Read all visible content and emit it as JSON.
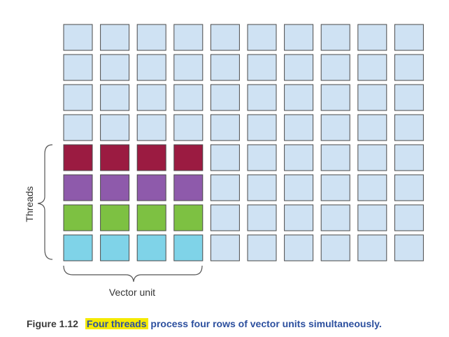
{
  "diagram": {
    "rows": 8,
    "cols": 10,
    "default_fill": "#cfe2f3",
    "cell_border": "#4a4a4a",
    "bracket_color": "#555555",
    "highlight_rows": [
      {
        "row": 4,
        "cols": 4,
        "fill": "#9b1b41"
      },
      {
        "row": 5,
        "cols": 4,
        "fill": "#8e5aab"
      },
      {
        "row": 6,
        "cols": 4,
        "fill": "#7dc142"
      },
      {
        "row": 7,
        "cols": 4,
        "fill": "#7fd3e8"
      }
    ],
    "threads_label": "Threads",
    "vector_unit_label": "Vector unit"
  },
  "caption": {
    "figure_label": "Figure 1.12",
    "highlight_text": "Four threads",
    "rest_text": " process four rows of vector units simultaneously.",
    "highlight_color": "#f5ea00",
    "text_color": "#2c4f9e"
  }
}
